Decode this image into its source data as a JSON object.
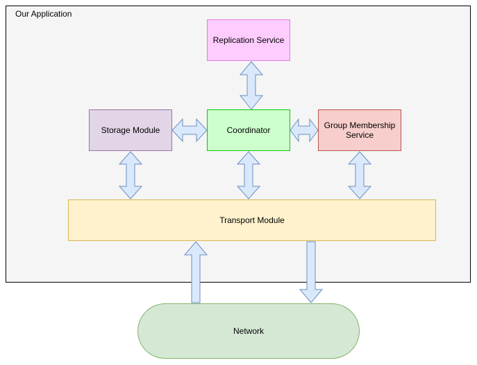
{
  "container": {
    "label": "Our Application"
  },
  "nodes": {
    "replication": "Replication Service",
    "storage": "Storage Module",
    "coordinator": "Coordinator",
    "gms": "Group Membership Service",
    "transport": "Transport Module",
    "network": "Network"
  },
  "colors": {
    "replication_fill": "#ffccff",
    "storage_fill": "#e1d5e7",
    "coordinator_fill": "#ccffcc",
    "gms_fill": "#f8cecc",
    "transport_fill": "#fff2cc",
    "network_fill": "#d5e8d4",
    "arrow_fill": "#dae8fc",
    "arrow_stroke": "#6c8ebf"
  },
  "edges": [
    {
      "from": "coordinator",
      "to": "replication",
      "direction": "both"
    },
    {
      "from": "storage",
      "to": "coordinator",
      "direction": "both"
    },
    {
      "from": "coordinator",
      "to": "gms",
      "direction": "both"
    },
    {
      "from": "storage",
      "to": "transport",
      "direction": "both"
    },
    {
      "from": "coordinator",
      "to": "transport",
      "direction": "both"
    },
    {
      "from": "gms",
      "to": "transport",
      "direction": "both"
    },
    {
      "from": "network",
      "to": "transport",
      "direction": "one-way"
    },
    {
      "from": "transport",
      "to": "network",
      "direction": "one-way"
    }
  ]
}
